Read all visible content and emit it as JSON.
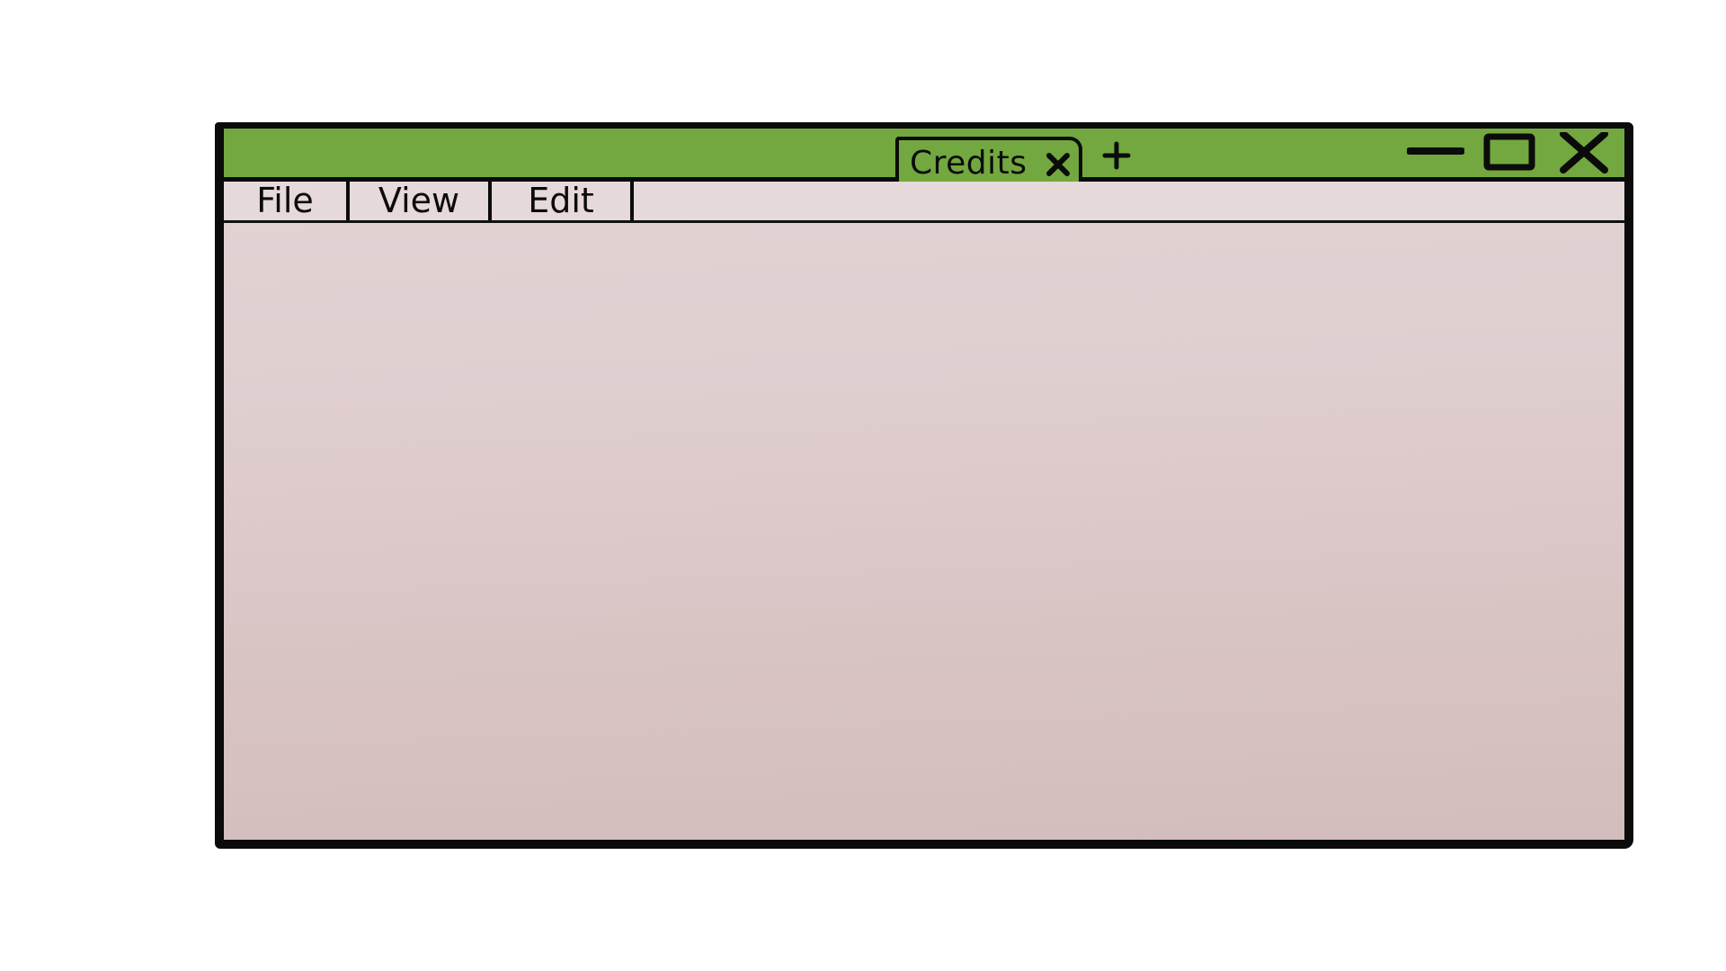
{
  "window": {
    "tab": {
      "label": "Credits",
      "close_icon": "close-icon"
    },
    "new_tab_icon": "plus-icon",
    "controls": {
      "minimize_icon": "minimize-icon",
      "maximize_icon": "maximize-icon",
      "close_icon": "close-icon"
    },
    "menu": {
      "items": [
        {
          "label": "File"
        },
        {
          "label": "View"
        },
        {
          "label": "Edit"
        }
      ]
    }
  },
  "colors": {
    "titlebar": "#72a83f",
    "border": "#0b0b0b",
    "content_background": "#e0cfd0"
  }
}
